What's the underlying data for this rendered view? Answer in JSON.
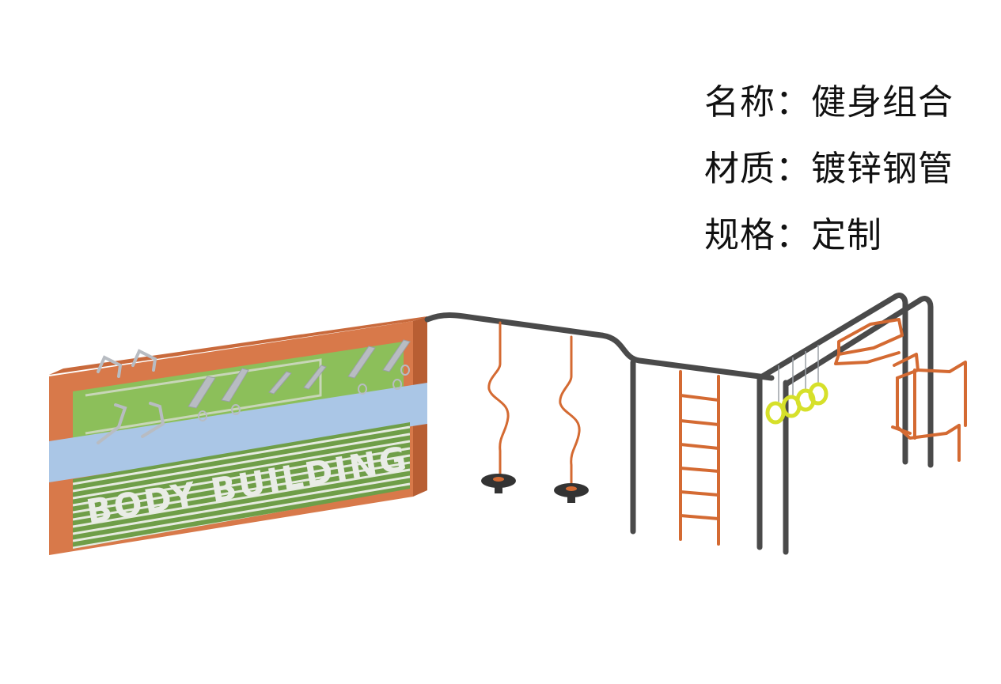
{
  "specs": [
    {
      "label": "名称",
      "sep": "：",
      "value": "健身组合"
    },
    {
      "label": "材质",
      "sep": "：",
      "value": "镀锌钢管"
    },
    {
      "label": "规格",
      "sep": "：",
      "value": "定制"
    }
  ],
  "wall": {
    "sign_text": "BODY BUILDING"
  },
  "colors": {
    "frame_orange": "#d8794a",
    "panel_green": "#8cbf5a",
    "band_blue": "#aac6e6",
    "stripe_green": "#6f9e48",
    "pipe_dark": "#4a4a4a",
    "pipe_orange": "#d46a32",
    "ring_yellow": "#d6e02a",
    "metal_grey": "#b8bcc2"
  }
}
